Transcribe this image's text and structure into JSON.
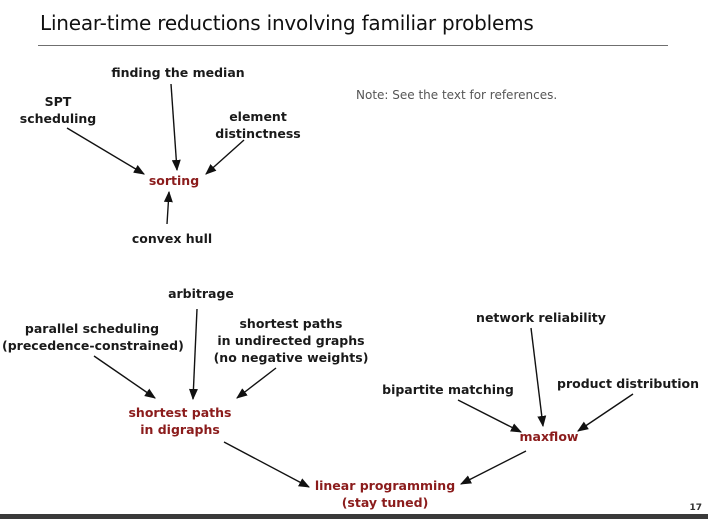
{
  "slide": {
    "title": "Linear-time reductions involving familiar problems",
    "note": "Note: See the text for references.",
    "page_number": "17"
  },
  "nodes": {
    "finding_the_median": [
      "finding the median"
    ],
    "spt_scheduling": [
      "SPT",
      "scheduling"
    ],
    "element_distinctness": [
      "element",
      "distinctness"
    ],
    "sorting": [
      "sorting"
    ],
    "convex_hull": [
      "convex hull"
    ],
    "arbitrage": [
      "arbitrage"
    ],
    "parallel_scheduling": [
      "parallel scheduling",
      "(precedence-constrained)"
    ],
    "shortest_paths_undirected": [
      "shortest paths",
      "in undirected graphs",
      "(no negative weights)"
    ],
    "shortest_paths_digraphs": [
      "shortest paths",
      "in digraphs"
    ],
    "network_reliability": [
      "network reliability"
    ],
    "bipartite_matching": [
      "bipartite matching"
    ],
    "product_distribution": [
      "product distribution"
    ],
    "maxflow": [
      "maxflow"
    ],
    "linear_programming": [
      "linear programming",
      "(stay tuned)"
    ]
  },
  "colors": {
    "hub": "#8b1c1c",
    "text": "#1a1a1a",
    "arrow": "#111111"
  }
}
